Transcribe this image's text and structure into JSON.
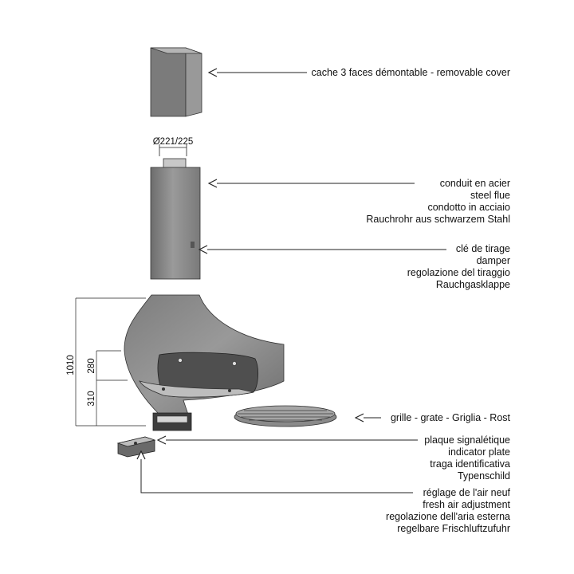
{
  "colors": {
    "metal": "#8c8c8c",
    "metal_light": "#a9a9a9",
    "metal_dark": "#5e5e5e",
    "line": "#222222"
  },
  "diameter_label": "Ø221/225",
  "dimensions": {
    "total": "1010",
    "upper": "280",
    "lower": "310"
  },
  "labels": {
    "cover": [
      "cache 3 faces démontable - removable cover"
    ],
    "flue": [
      "conduit en acier",
      "steel flue",
      "condotto in acciaio",
      "Rauchrohr aus schwarzem Stahl"
    ],
    "damper": [
      "clé de tirage",
      "damper",
      "regolazione del tiraggio",
      "Rauchgasklappe"
    ],
    "grate": [
      "grille - grate - Griglia - Rost"
    ],
    "plate": [
      "plaque signalétique",
      "indicator plate",
      "traga identificativa",
      "Typenschild"
    ],
    "air": [
      "réglage de l'air neuf",
      "fresh air adjustment",
      "regolazione dell'aria esterna",
      "regelbare Frischluftzufuhr"
    ]
  }
}
